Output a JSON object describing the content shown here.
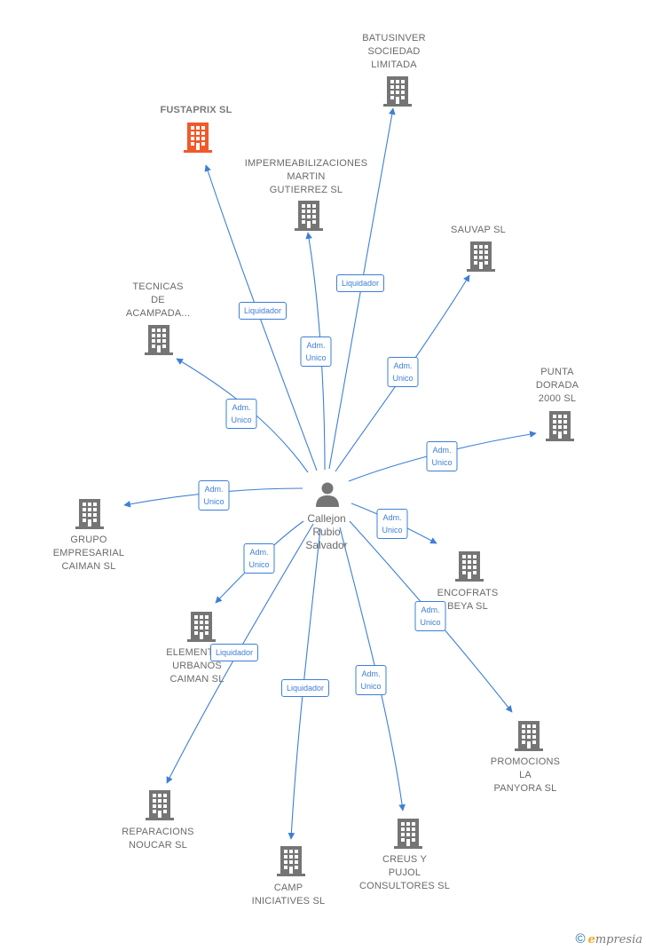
{
  "center": {
    "name": "Callejon\nRubio\nSalvador",
    "icon": "person-icon"
  },
  "colors": {
    "edge": "#3d7fd6",
    "node": "#757575",
    "highlight": "#f05a28"
  },
  "nodes": [
    {
      "id": "batusinver",
      "label": "BATUSINVER\nSOCIEDAD\nLIMITADA",
      "relation": "Liquidador",
      "highlight": false
    },
    {
      "id": "fustaprix",
      "label": "FUSTAPRIX SL",
      "relation": "Liquidador",
      "highlight": true
    },
    {
      "id": "impermeabilizaciones",
      "label": "IMPERMEABILIZACIONES\nMARTIN\nGUTIERREZ SL",
      "relation": "Adm.\nUnico",
      "highlight": false
    },
    {
      "id": "sauvap",
      "label": "SAUVAP SL",
      "relation": "Adm.\nUnico",
      "highlight": false
    },
    {
      "id": "tecnicas",
      "label": "TECNICAS\nDE\nACAMPADA...",
      "relation": "Adm.\nUnico",
      "highlight": false
    },
    {
      "id": "punta-dorada",
      "label": "PUNTA\nDORADA\n2000 SL",
      "relation": "Adm.\nUnico",
      "highlight": false
    },
    {
      "id": "grupo-empresarial",
      "label": "GRUPO\nEMPRESARIAL\nCAIMAN SL",
      "relation": "Adm.\nUnico",
      "highlight": false
    },
    {
      "id": "encofrats",
      "label": "ENCOFRATS\nBEYA SL",
      "relation": "Adm.\nUnico",
      "highlight": false
    },
    {
      "id": "elementos",
      "label": "ELEMENTOS\nURBANOS\nCAIMAN SL",
      "relation": "Adm.\nUnico",
      "highlight": false
    },
    {
      "id": "promociones",
      "label": "PROMOCIONS\nLA\nPANYORA SL",
      "relation": "Adm.\nUnico",
      "highlight": false
    },
    {
      "id": "reparacions",
      "label": "REPARACIONS\nNOUCAR SL",
      "relation": "Liquidador",
      "highlight": false
    },
    {
      "id": "camp",
      "label": "CAMP\nINICIATIVES SL",
      "relation": "Liquidador",
      "highlight": false
    },
    {
      "id": "creus",
      "label": "CREUS Y\nPUJOL\nCONSULTORES SL",
      "relation": "Adm.\nUnico",
      "highlight": false
    }
  ],
  "brand": {
    "copyright": "©",
    "initial": "e",
    "rest": "mpresia"
  }
}
